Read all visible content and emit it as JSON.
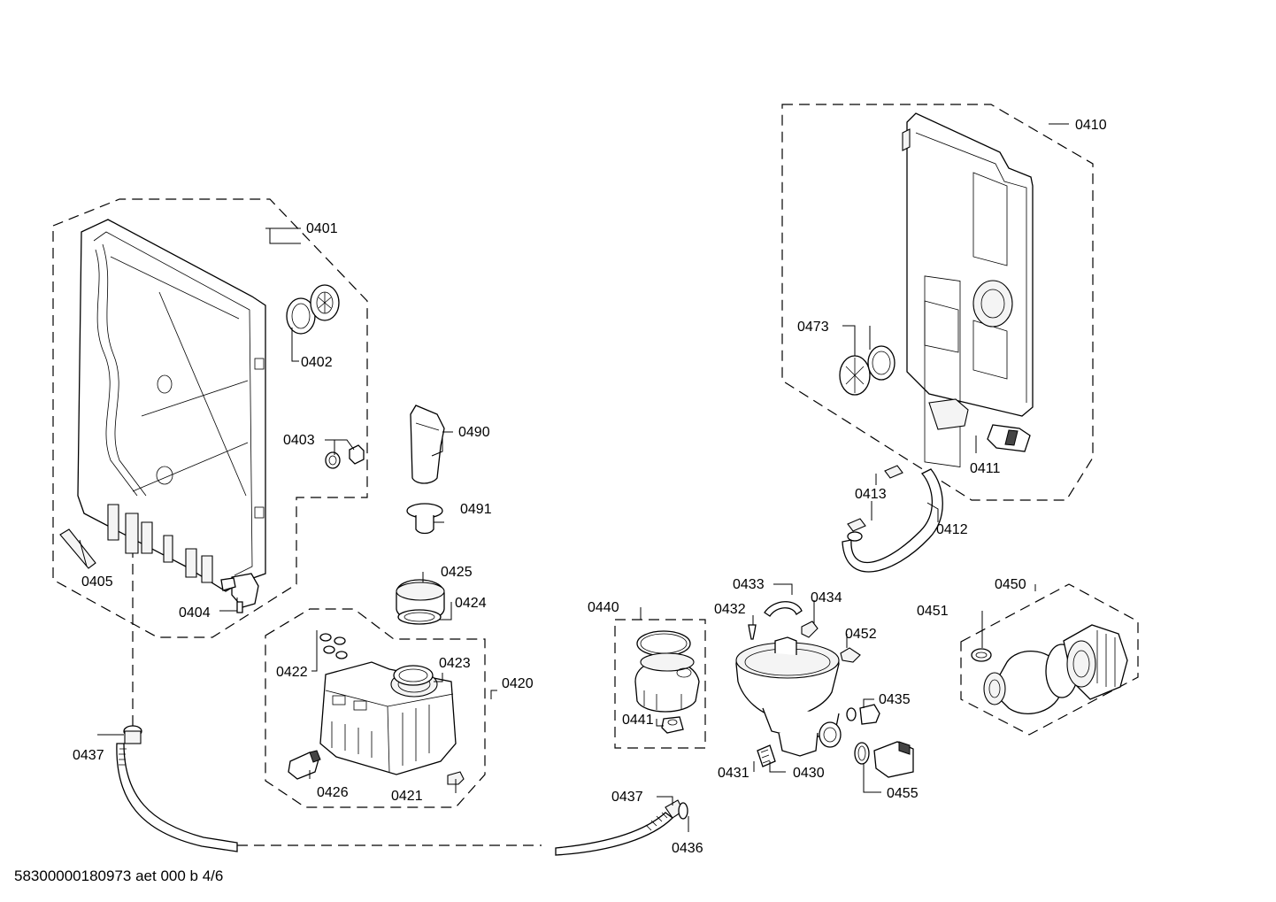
{
  "labels": {
    "p0401": "0401",
    "p0402": "0402",
    "p0403": "0403",
    "p0404": "0404",
    "p0405": "0405",
    "p0410": "0410",
    "p0411": "0411",
    "p0412": "0412",
    "p0413": "0413",
    "p0420": "0420",
    "p0421": "0421",
    "p0422": "0422",
    "p0423": "0423",
    "p0424": "0424",
    "p0425": "0425",
    "p0426": "0426",
    "p0430": "0430",
    "p0431": "0431",
    "p0432": "0432",
    "p0433": "0433",
    "p0434": "0434",
    "p0435": "0435",
    "p0436": "0436",
    "p0437a": "0437",
    "p0437b": "0437",
    "p0440": "0440",
    "p0441": "0441",
    "p0450": "0450",
    "p0451": "0451",
    "p0452": "0452",
    "p0455": "0455",
    "p0473": "0473",
    "p0490": "0490",
    "p0491": "0491"
  },
  "footer": {
    "code": "58300000180973 aet 000 b 4/6"
  }
}
